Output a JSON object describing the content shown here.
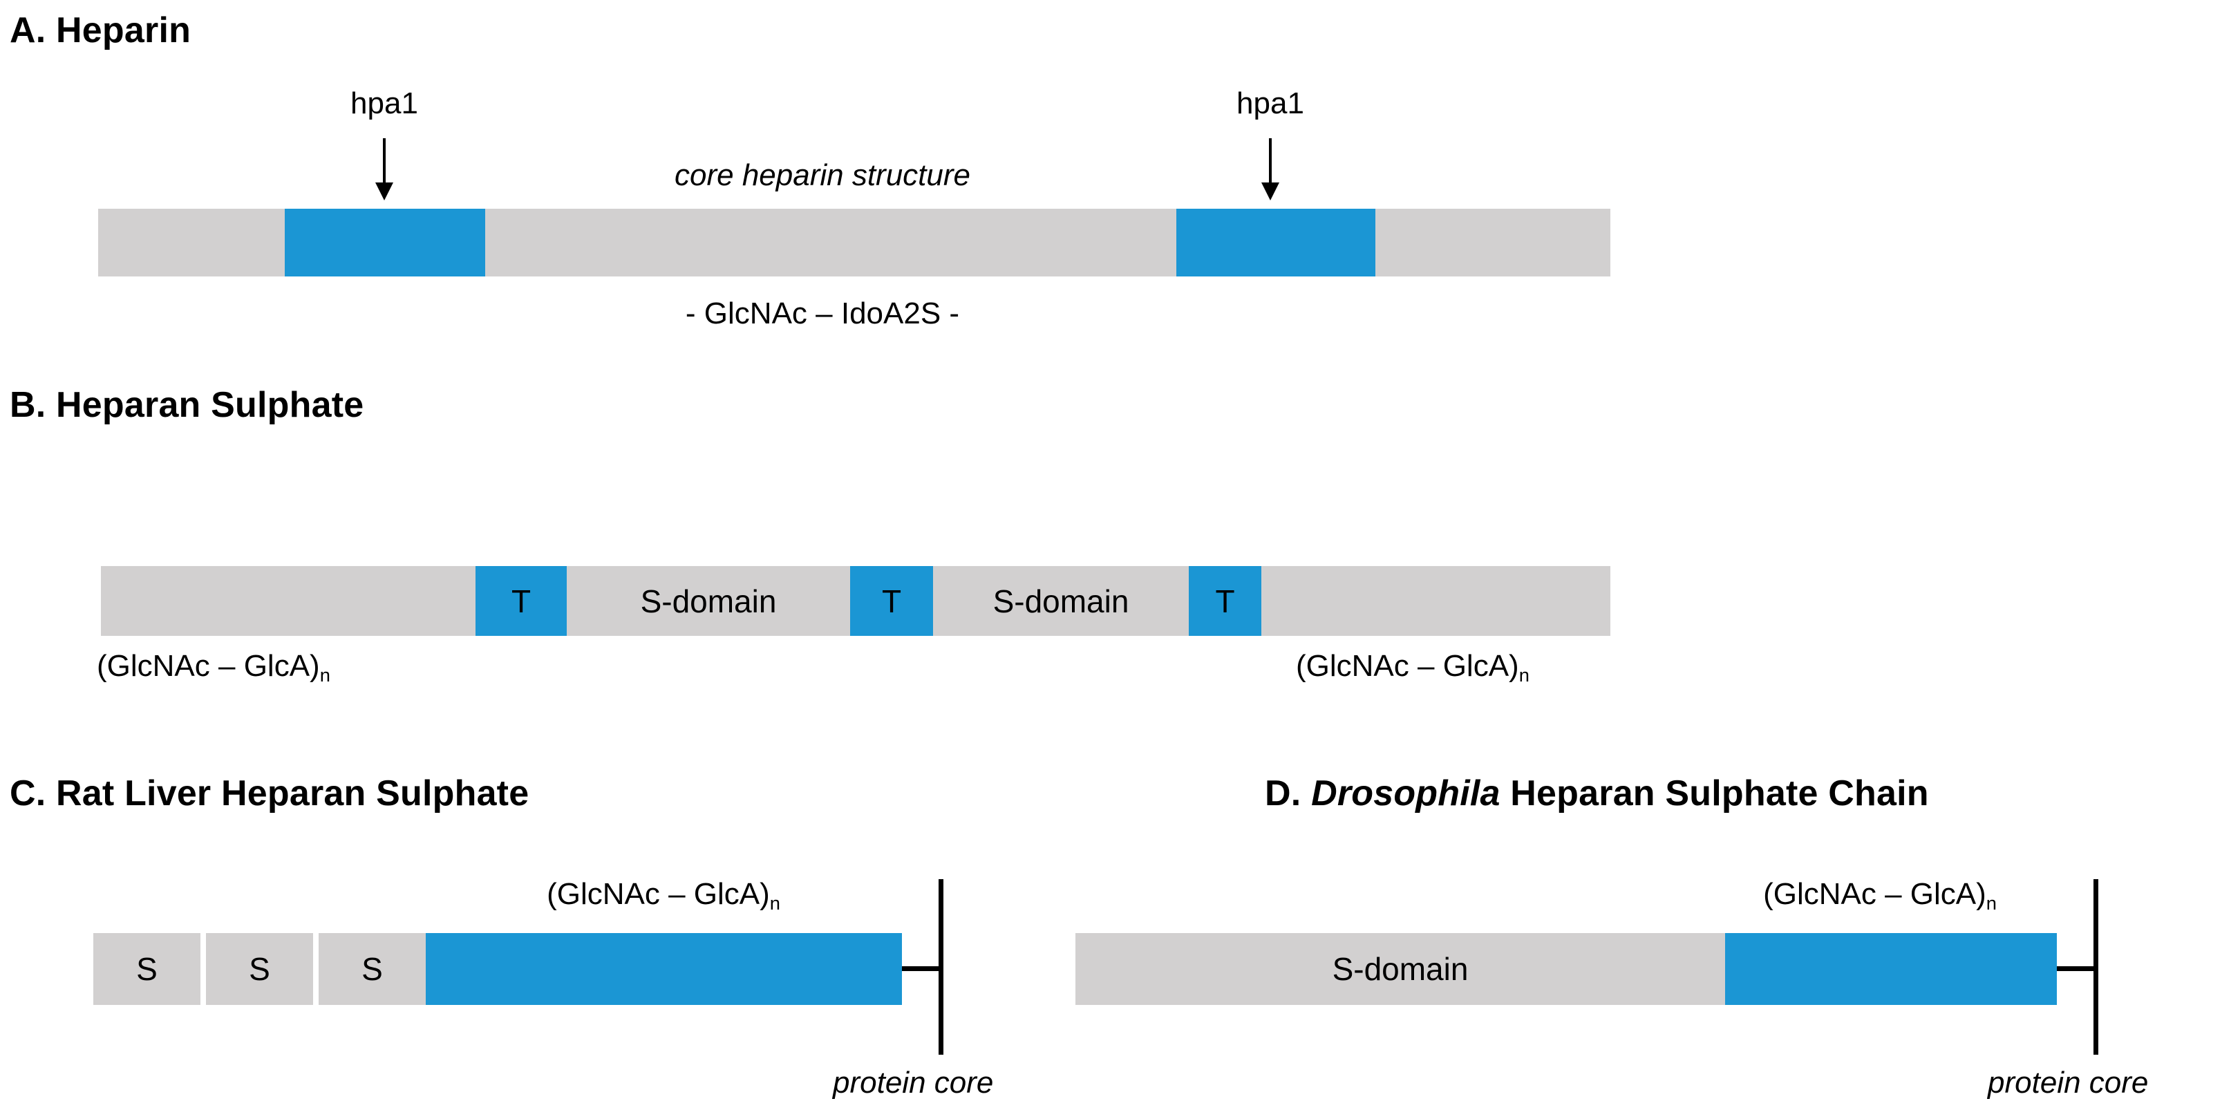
{
  "figure": {
    "background_color": "#ffffff",
    "gray_color": "#d2d0d0",
    "blue_color": "#1b96d4",
    "line_color": "#000000"
  },
  "panels": {
    "a": {
      "title_prefix": "A.",
      "title_text": "Heparin",
      "title_full": "A. Heparin",
      "core_label": "core heparin structure",
      "disaccharide_label": "- GlcNAc – IdoA2S -",
      "cleavage_markers": [
        {
          "label": "hpa1"
        },
        {
          "label": "hpa1"
        }
      ],
      "segments": [
        {
          "type": "gray",
          "label": ""
        },
        {
          "type": "blue",
          "label": ""
        },
        {
          "type": "gray",
          "label": ""
        },
        {
          "type": "blue",
          "label": ""
        },
        {
          "type": "gray",
          "label": ""
        }
      ]
    },
    "b": {
      "title_prefix": "B.",
      "title_text": "Heparan Sulphate",
      "title_full": "B. Heparan Sulphate",
      "left_label": "(GlcNAc – GlcA)",
      "left_label_sub": "n",
      "right_label": "(GlcNAc – GlcA)",
      "right_label_sub": "n",
      "segments": [
        {
          "type": "gray",
          "label": ""
        },
        {
          "type": "blue",
          "label": "T"
        },
        {
          "type": "gray",
          "label": "S-domain"
        },
        {
          "type": "blue",
          "label": "T"
        },
        {
          "type": "gray",
          "label": "S-domain"
        },
        {
          "type": "blue",
          "label": "T"
        },
        {
          "type": "gray",
          "label": ""
        }
      ]
    },
    "c": {
      "title_prefix": "C.",
      "title_text": "Rat Liver Heparan Sulphate",
      "title_full": "C. Rat Liver Heparan Sulphate",
      "chain_label": "(GlcNAc – GlcA)",
      "chain_label_sub": "n",
      "core_label": "protein core",
      "segments": [
        {
          "type": "gray",
          "label": "S"
        },
        {
          "type": "gray",
          "label": "S"
        },
        {
          "type": "gray",
          "label": "S"
        },
        {
          "type": "blue",
          "label": ""
        }
      ]
    },
    "d": {
      "title_prefix": "D.",
      "title_italic": "Drosophila",
      "title_rest": "Heparan Sulphate Chain",
      "title_full": "D. Drosophila Heparan Sulphate Chain",
      "chain_label": "(GlcNAc – GlcA)",
      "chain_label_sub": "n",
      "core_label": "protein core",
      "segments": [
        {
          "type": "gray",
          "label": "S-domain"
        },
        {
          "type": "blue",
          "label": ""
        }
      ]
    }
  }
}
